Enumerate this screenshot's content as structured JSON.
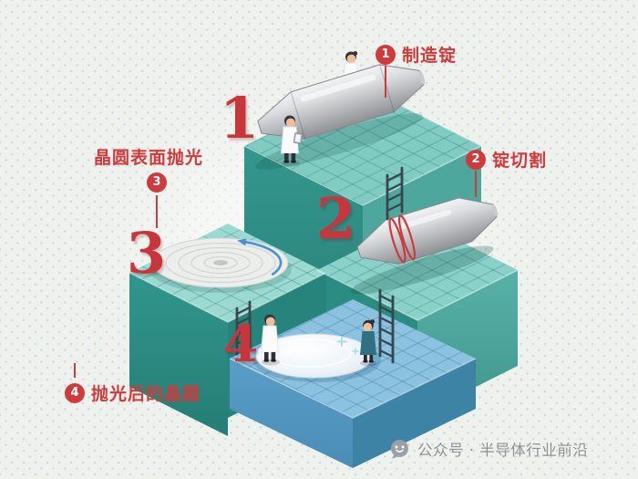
{
  "steps": [
    {
      "num": "1",
      "label": "制造锭"
    },
    {
      "num": "2",
      "label": "锭切割"
    },
    {
      "num": "3",
      "label": "晶圆表面抛光"
    },
    {
      "num": "4",
      "label": "抛光后的晶圆"
    }
  ],
  "footer": {
    "brand": "公众号 · 半导体行业前沿"
  },
  "colors": {
    "accent_red": "#cf3a3c",
    "teal_top": "#82cdc5",
    "teal_wall": "#2f948b",
    "blue_top": "#8ac2e0",
    "metal_gray": "#c0c3c5",
    "background": "#eff1ec",
    "dot": "#c8dde7"
  },
  "icons": {
    "footer_logo": "speech-bubble-face-icon",
    "turntable_arrow": "rotation-arrow-icon",
    "ingot": "silicon-ingot-icon",
    "wafer": "wafer-icon",
    "turntable": "polishing-turntable-icon",
    "ladder": "ladder-icon"
  }
}
